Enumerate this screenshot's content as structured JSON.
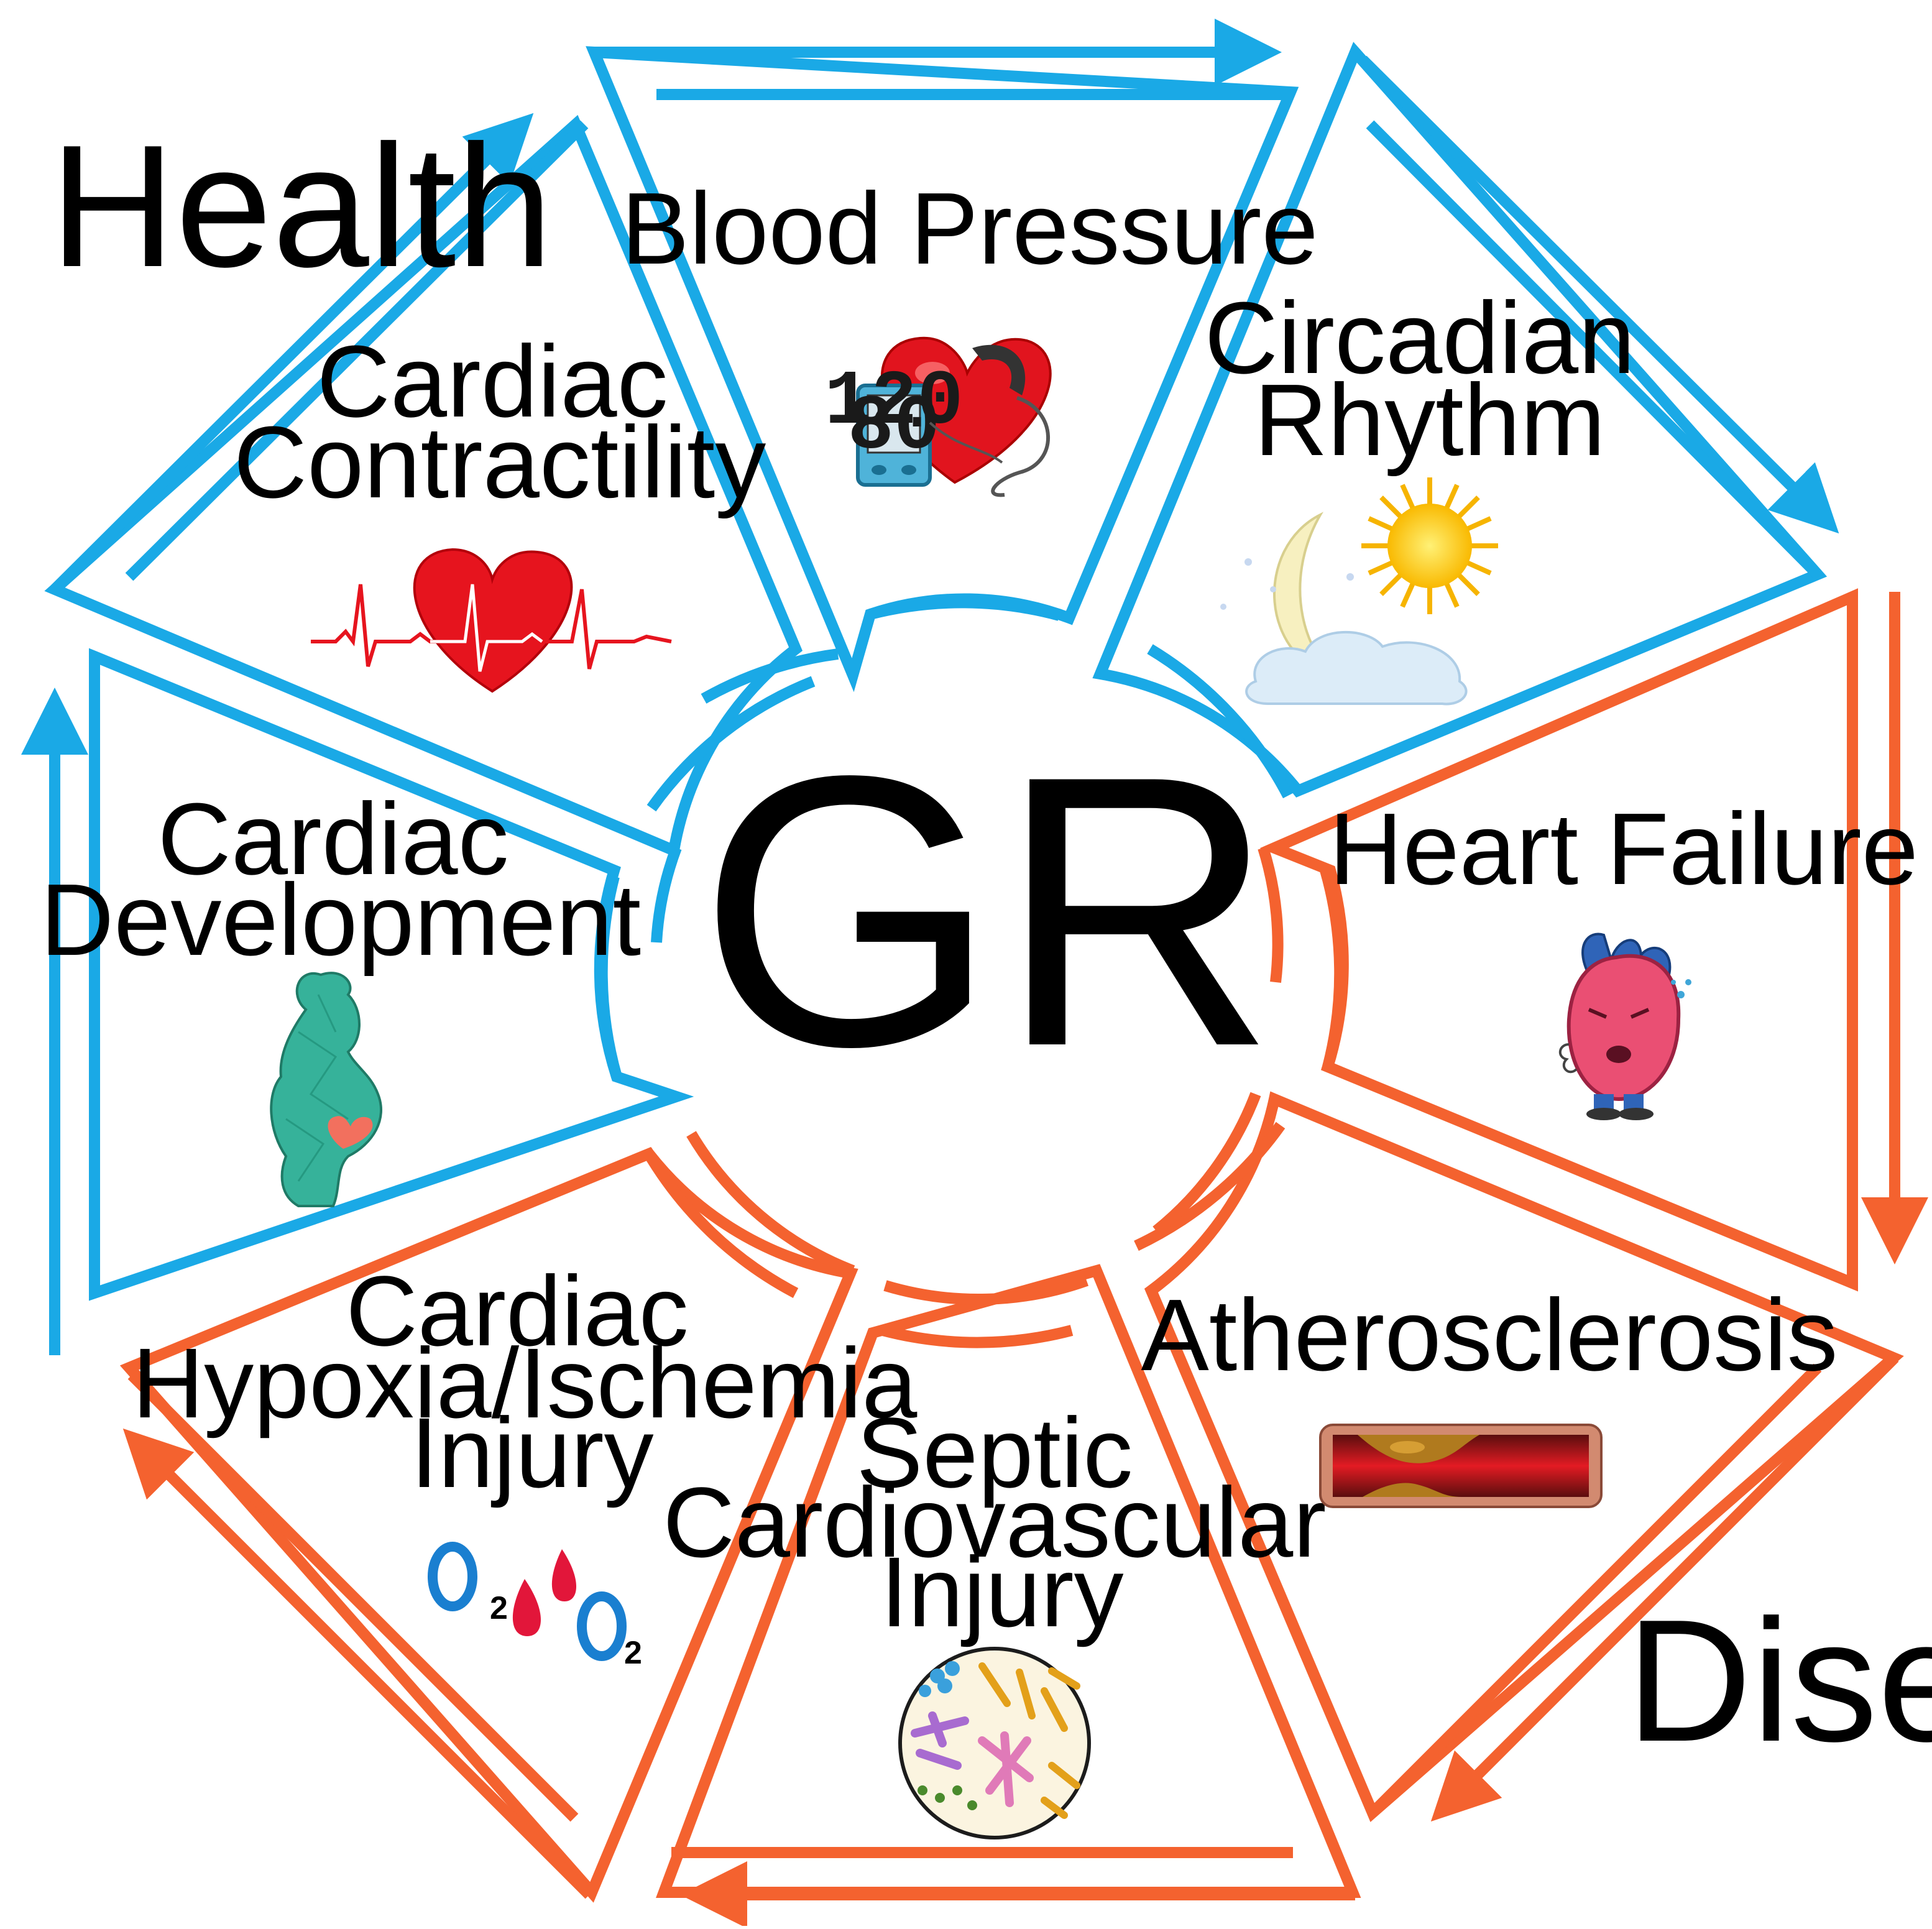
{
  "center_label": "GR",
  "corner_labels": {
    "health": "Health",
    "disease": "Disease"
  },
  "colors": {
    "health": "#1aa9e6",
    "disease": "#f4622f"
  },
  "segments": [
    {
      "id": "blood-pressure",
      "group": "health",
      "lines": [
        "Blood Pressure"
      ],
      "icon": "blood-pressure-monitor-heart-icon",
      "monitor_readings": [
        "120",
        "80"
      ]
    },
    {
      "id": "circadian-rhythm",
      "group": "health",
      "lines": [
        "Circadian",
        "Rhythm"
      ],
      "icon": "moon-sun-cloud-icon"
    },
    {
      "id": "heart-failure",
      "group": "disease",
      "lines": [
        "Heart Failure"
      ],
      "icon": "sick-heart-icon"
    },
    {
      "id": "atherosclerosis",
      "group": "disease",
      "lines": [
        "Atherosclerosis"
      ],
      "icon": "plaque-artery-icon"
    },
    {
      "id": "septic-cardiovascular-injury",
      "group": "disease",
      "lines": [
        "Septic",
        "Cardiovascular",
        "Injury"
      ],
      "icon": "bacteria-petri-dish-icon"
    },
    {
      "id": "cardiac-hypoxia-ischemia-injury",
      "group": "disease",
      "lines": [
        "Cardiac",
        "Hypoxia/Ischemia",
        "Injury"
      ],
      "icon": "oxygen-blood-drops-icon",
      "icon_text": [
        "O",
        "2"
      ]
    },
    {
      "id": "cardiac-development",
      "group": "health",
      "lines": [
        "Cardiac",
        "Development"
      ],
      "icon": "pregnant-woman-heart-icon"
    },
    {
      "id": "cardiac-contractility",
      "group": "health",
      "lines": [
        "Cardiac",
        "Contractility"
      ],
      "icon": "heart-ecg-icon"
    }
  ]
}
